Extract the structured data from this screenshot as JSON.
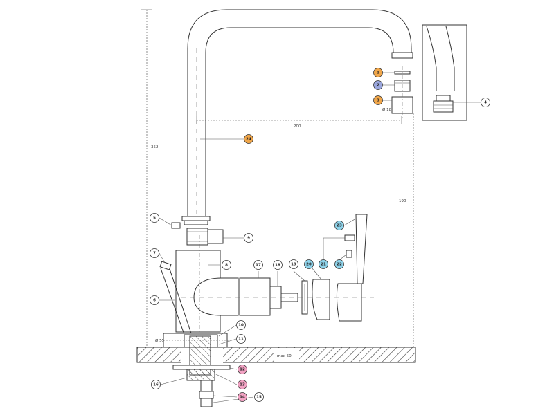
{
  "callouts": [
    {
      "label": "1",
      "color": "#f0a64a"
    },
    {
      "label": "2",
      "color": "#9aa6dc"
    },
    {
      "label": "3",
      "color": "#f0a64a"
    },
    {
      "label": "4",
      "color": "#ffffff"
    },
    {
      "label": "24",
      "color": "#f0a64a"
    },
    {
      "label": "5",
      "color": "#ffffff"
    },
    {
      "label": "9",
      "color": "#ffffff"
    },
    {
      "label": "23",
      "color": "#8fd3ea"
    },
    {
      "label": "7",
      "color": "#ffffff"
    },
    {
      "label": "8",
      "color": "#ffffff"
    },
    {
      "label": "17",
      "color": "#ffffff"
    },
    {
      "label": "18",
      "color": "#ffffff"
    },
    {
      "label": "19",
      "color": "#ffffff"
    },
    {
      "label": "20",
      "color": "#8fd3ea"
    },
    {
      "label": "21",
      "color": "#8fd3ea"
    },
    {
      "label": "22",
      "color": "#8fd3ea"
    },
    {
      "label": "6",
      "color": "#ffffff"
    },
    {
      "label": "10",
      "color": "#ffffff"
    },
    {
      "label": "11",
      "color": "#ffffff"
    },
    {
      "label": "12",
      "color": "#f3a3c4"
    },
    {
      "label": "13",
      "color": "#f3a3c4"
    },
    {
      "label": "14",
      "color": "#f3a3c4"
    },
    {
      "label": "15",
      "color": "#ffffff"
    },
    {
      "label": "16",
      "color": "#ffffff"
    }
  ],
  "dimensions": {
    "height_total": "352",
    "reach": "200",
    "spout_height": "190",
    "outlet_dia": "Ø 18",
    "base_dia": "Ø 55"
  },
  "countertop_note": "max 50"
}
